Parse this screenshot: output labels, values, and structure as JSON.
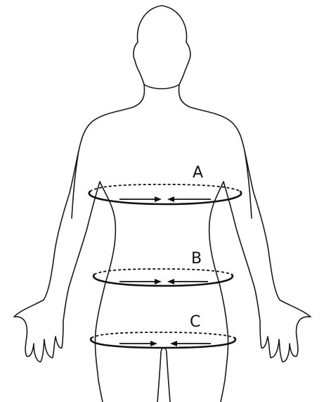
{
  "figure": {
    "measurements": [
      {
        "label": "A"
      },
      {
        "label": "B"
      },
      {
        "label": "C"
      }
    ]
  },
  "colors": {
    "line": "#111111",
    "background": "#ffffff"
  }
}
